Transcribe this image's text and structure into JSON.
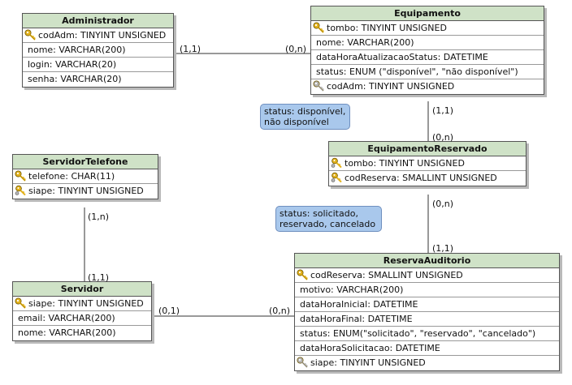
{
  "tables": {
    "administrador": {
      "title": "Administrador",
      "fields": [
        {
          "text": "codAdm: TINYINT UNSIGNED",
          "key": "pk"
        },
        {
          "text": "nome: VARCHAR(200)",
          "key": ""
        },
        {
          "text": "login: VARCHAR(20)",
          "key": ""
        },
        {
          "text": "senha: VARCHAR(20)",
          "key": ""
        }
      ]
    },
    "equipamento": {
      "title": "Equipamento",
      "fields": [
        {
          "text": "tombo: TINYINT UNSIGNED",
          "key": "pk"
        },
        {
          "text": "nome: VARCHAR(200)",
          "key": ""
        },
        {
          "text": "dataHoraAtualizacaoStatus: DATETIME",
          "key": ""
        },
        {
          "text": "status: ENUM (\"disponível\", \"não disponível\")",
          "key": ""
        },
        {
          "text": "codAdm: TINYINT UNSIGNED",
          "key": "fk"
        }
      ]
    },
    "equipamento_reservado": {
      "title": "EquipamentoReservado",
      "fields": [
        {
          "text": "tombo: TINYINT UNSIGNED",
          "key": "pfk"
        },
        {
          "text": "codReserva: SMALLINT UNSIGNED",
          "key": "pfk"
        }
      ]
    },
    "servidor_telefone": {
      "title": "ServidorTelefone",
      "fields": [
        {
          "text": "telefone: CHAR(11)",
          "key": "pk"
        },
        {
          "text": "siape: TINYINT UNSIGNED",
          "key": "pfk"
        }
      ]
    },
    "servidor": {
      "title": "Servidor",
      "fields": [
        {
          "text": "siape: TINYINT UNSIGNED",
          "key": "pk"
        },
        {
          "text": "email: VARCHAR(200)",
          "key": ""
        },
        {
          "text": "nome: VARCHAR(200)",
          "key": ""
        }
      ]
    },
    "reserva_auditorio": {
      "title": "ReservaAuditorio",
      "fields": [
        {
          "text": "codReserva: SMALLINT UNSIGNED",
          "key": "pk"
        },
        {
          "text": "motivo: VARCHAR(200)",
          "key": ""
        },
        {
          "text": "dataHoraInicial: DATETIME",
          "key": ""
        },
        {
          "text": "dataHoraFinal: DATETIME",
          "key": ""
        },
        {
          "text": "status: ENUM(\"solicitado\", \"reservado\", \"cancelado\")",
          "key": ""
        },
        {
          "text": "dataHoraSolicitacao: DATETIME",
          "key": ""
        },
        {
          "text": "siape: TINYINT UNSIGNED",
          "key": "fk"
        }
      ]
    }
  },
  "cardinalities": {
    "adm_side": "(1,1)",
    "equip_side": "(0,n)",
    "equip_bottom": "(1,1)",
    "er_top": "(0,n)",
    "er_bottom": "(0,n)",
    "ra_top": "(1,1)",
    "st_bottom": "(1,n)",
    "serv_top": "(1,1)",
    "serv_right": "(0,1)",
    "ra_left": "(0,n)"
  },
  "notes": {
    "equip_status": [
      "status: disponível,",
      "não disponível"
    ],
    "reserva_status": [
      "status: solicitado,",
      "reservado, cancelado"
    ]
  },
  "colors": {
    "header": "#cfe2c7",
    "note": "#a9c8ec",
    "pk_key": "#e3b21c",
    "fk_key": "#b5b5b5"
  }
}
